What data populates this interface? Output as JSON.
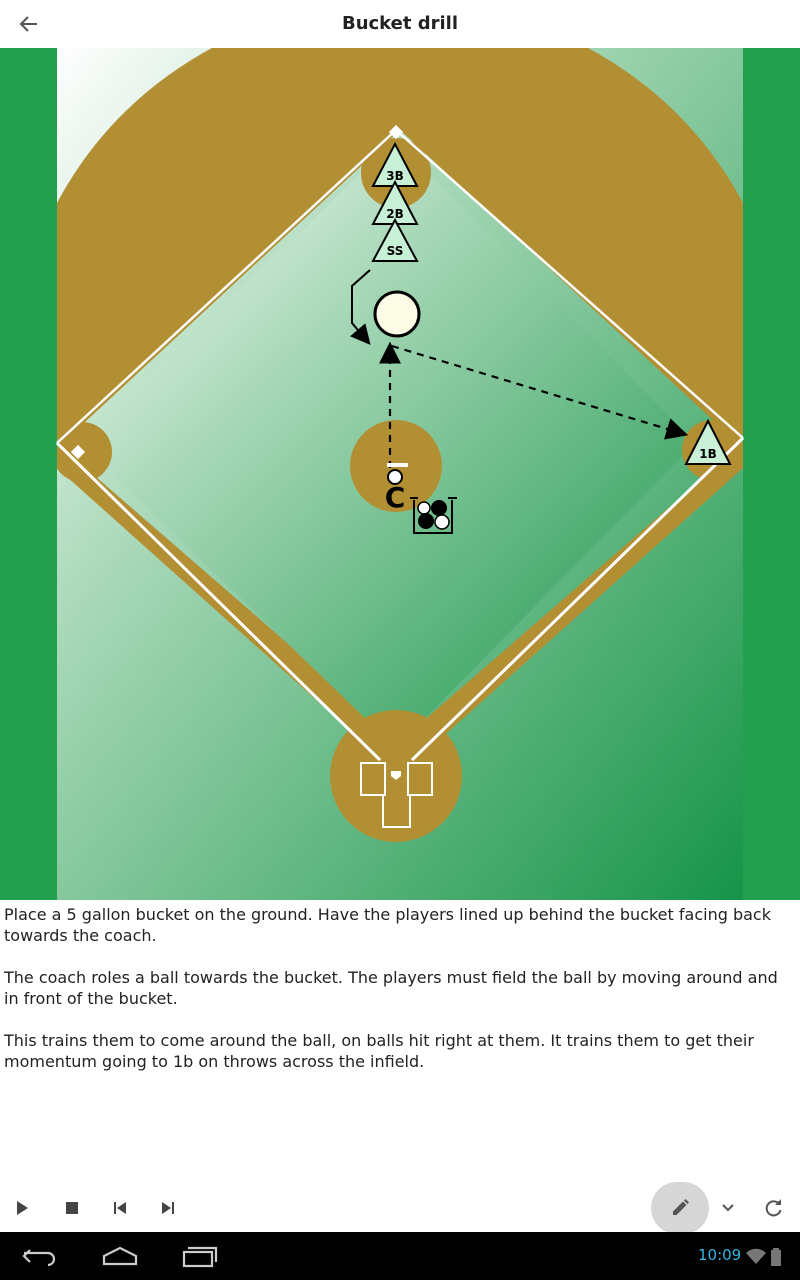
{
  "header": {
    "title": "Bucket drill"
  },
  "diagram": {
    "positions": [
      "3B",
      "2B",
      "SS",
      "1B"
    ],
    "coach_label": "C",
    "colors": {
      "dirt": "#b38f34",
      "grass_light": "#d9eee0",
      "grass_dark": "#169448",
      "border_green": "#22a050",
      "player_fill": "#c8f0d6"
    }
  },
  "description": {
    "paragraphs": [
      "Place a 5 gallon bucket on the ground. Have the players lined up behind the bucket facing back towards the coach.",
      "The coach roles a ball towards the bucket. The players must field the ball by moving around and in front of the bucket.",
      "This trains them to come around the ball, on balls hit right at them. It trains them to get their momentum going to 1b on throws across the infield."
    ]
  },
  "toolbar": {
    "icons": [
      "play-icon",
      "stop-icon",
      "skip-previous-icon",
      "skip-next-icon",
      "pencil-icon",
      "chevron-down-icon",
      "refresh-icon"
    ]
  },
  "status_bar": {
    "time": "10:09"
  }
}
